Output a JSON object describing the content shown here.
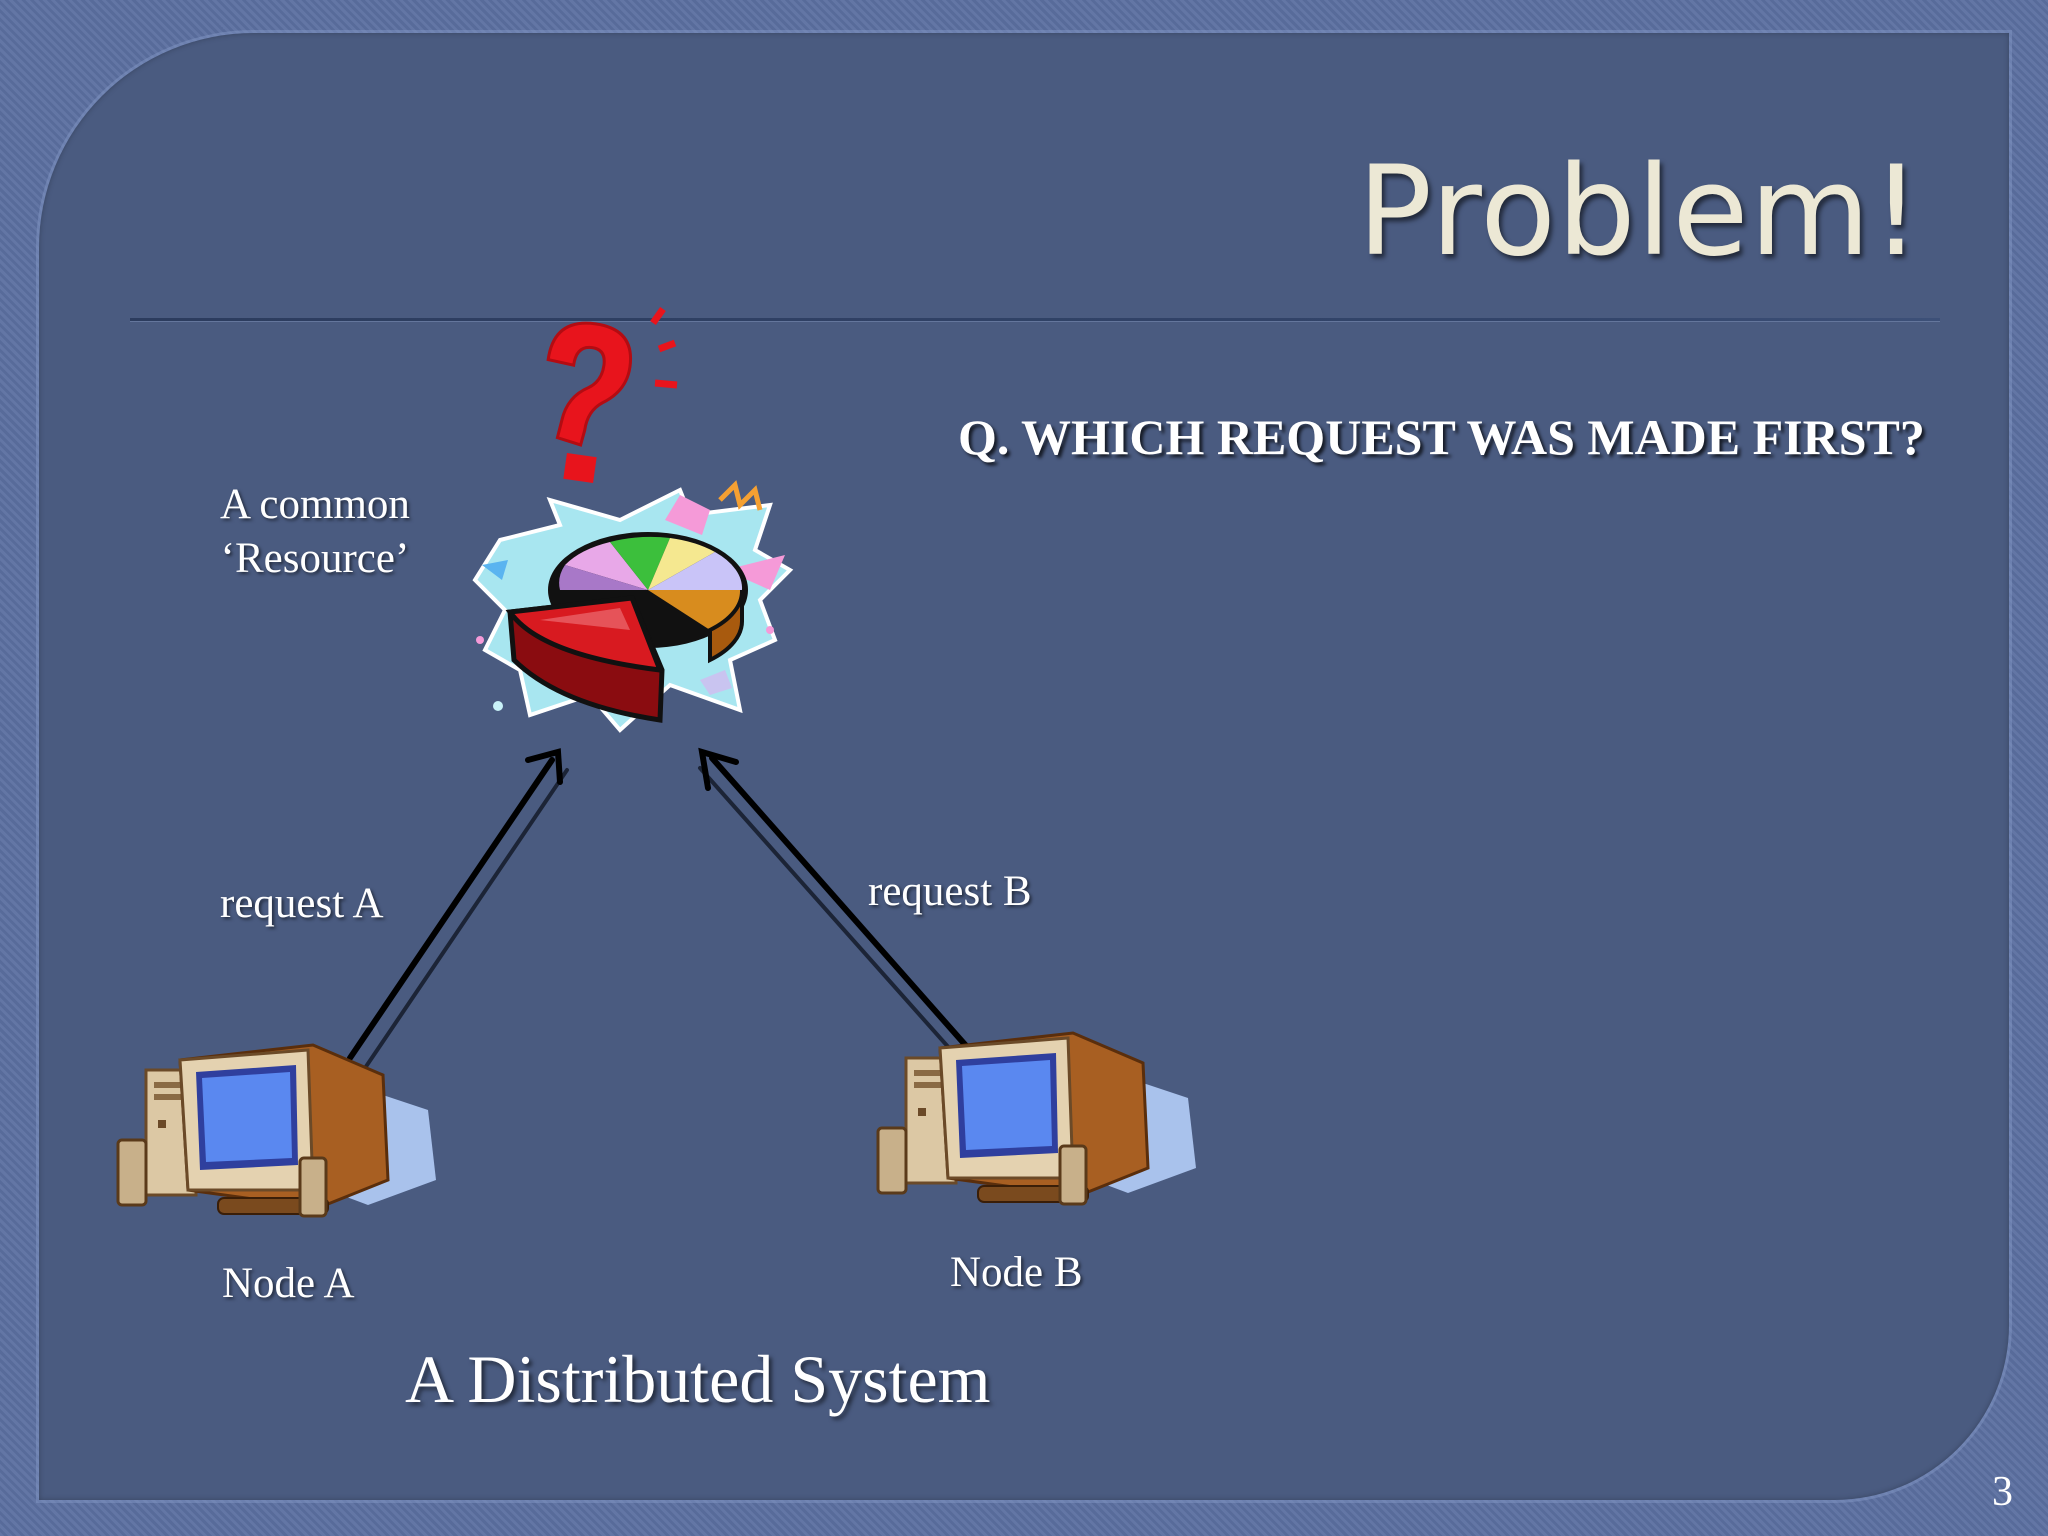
{
  "slide": {
    "title": "Problem!",
    "question": "Q. WHICH REQUEST WAS MADE FIRST?",
    "resource_label_line1": "A common",
    "resource_label_line2": "‘Resource’",
    "request_a": "request A",
    "request_b": "request B",
    "node_a": "Node A",
    "node_b": "Node B",
    "subtitle": "A Distributed System",
    "page_number": "3"
  },
  "icons": {
    "resource": "pie-chart-icon",
    "question": "question-mark-icon",
    "computer_a": "desktop-computer-icon",
    "computer_b": "desktop-computer-icon"
  },
  "colors": {
    "background": "#5b6fa0",
    "panel": "#4a5b80",
    "title": "#ece8d5",
    "text": "#ffffff",
    "question_mark": "#e8141c"
  }
}
